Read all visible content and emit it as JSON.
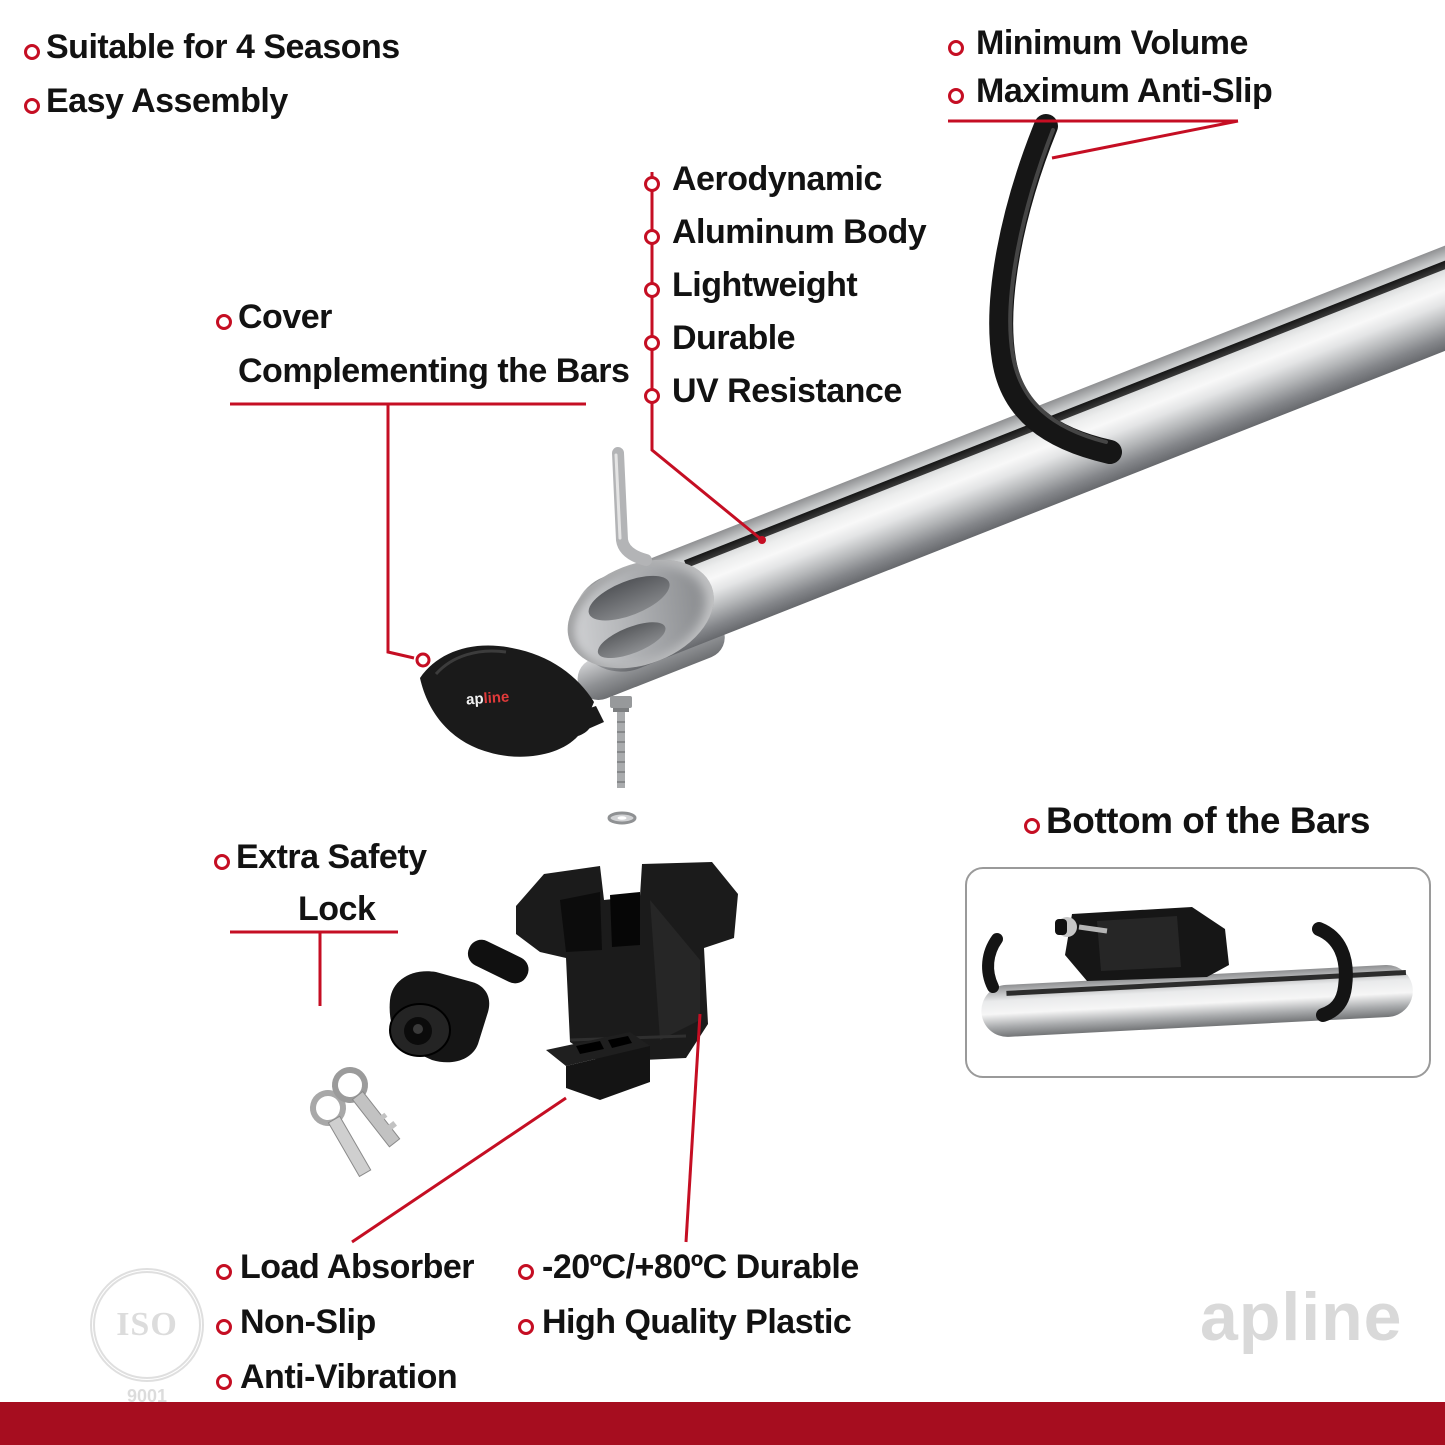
{
  "colors": {
    "accent": "#c50e23",
    "footer_bar": "#a60d1f"
  },
  "features_top_left": {
    "items": [
      "Suitable for 4 Seasons",
      "Easy Assembly"
    ]
  },
  "features_top_right": {
    "items": [
      "Minimum Volume",
      "Maximum Anti-Slip"
    ]
  },
  "bar_features": {
    "items": [
      "Aerodynamic",
      "Aluminum Body",
      "Lightweight",
      "Durable",
      "UV Resistance"
    ]
  },
  "cover_callout": {
    "line1": "Cover",
    "line2": "Complementing the Bars"
  },
  "safety_lock_callout": {
    "line1": "Extra Safety",
    "line2": "Lock"
  },
  "bottom_bars_callout": {
    "label": "Bottom of the Bars"
  },
  "features_bottom_left": {
    "items": [
      "Load Absorber",
      "Non-Slip",
      "Anti-Vibration"
    ]
  },
  "features_bottom_mid": {
    "items": [
      "-20ºC/+80ºC Durable",
      "High Quality Plastic"
    ]
  },
  "brand": {
    "logo_ap": "ap",
    "logo_line": "line",
    "watermark": "apline"
  },
  "iso_badge": {
    "title": "ISO",
    "subtitle": "9001"
  }
}
